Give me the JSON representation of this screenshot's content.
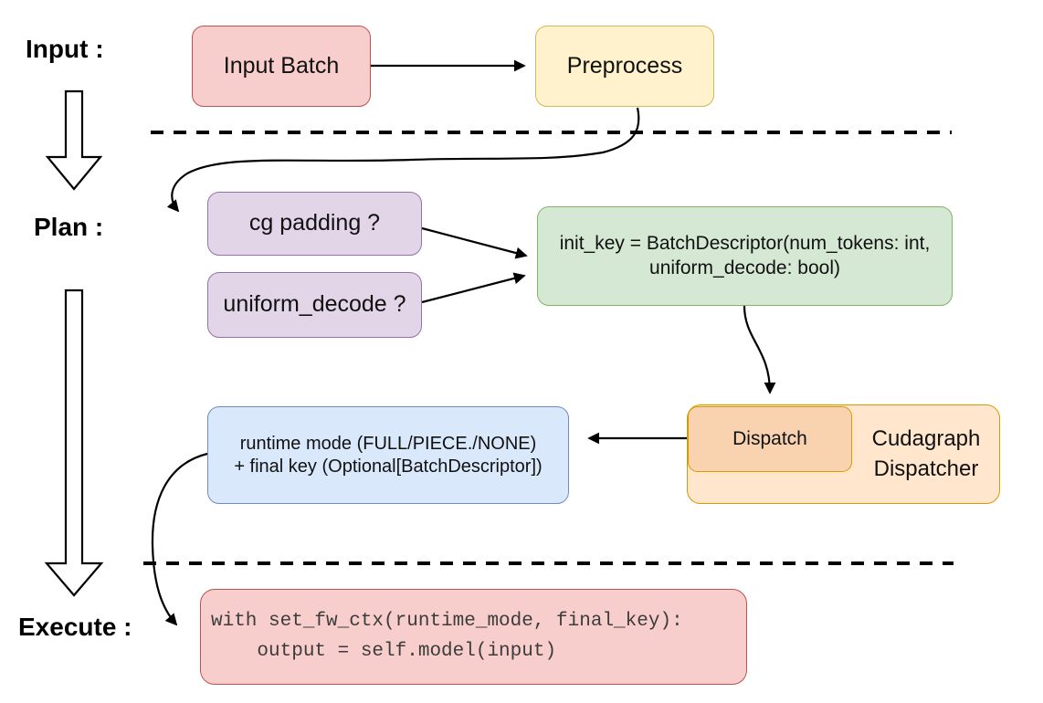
{
  "diagram": {
    "stages": {
      "input_label": "Input :",
      "plan_label": "Plan :",
      "execute_label": "Execute :"
    },
    "nodes": {
      "input_batch": {
        "label": "Input Batch"
      },
      "preprocess": {
        "label": "Preprocess"
      },
      "cg_padding": {
        "label": "cg padding ?"
      },
      "uniform_decode": {
        "label": "uniform_decode ?"
      },
      "init_key": {
        "line1": "init_key = BatchDescriptor(num_tokens: int,",
        "line2": "uniform_decode: bool)"
      },
      "runtime_mode": {
        "line1": "runtime mode (FULL/PIECE./NONE)",
        "line2": "+ final key (Optional[BatchDescriptor])"
      },
      "dispatch": {
        "label": "Dispatch"
      },
      "cudagraph_dispatcher": {
        "line1": "Cudagraph",
        "line2": "Dispatcher"
      },
      "execute_code": {
        "line1": "with set_fw_ctx(runtime_mode, final_key):",
        "line2": "    output = self.model(input)"
      }
    },
    "palette": {
      "red_fill": "#f8cecc",
      "red_border": "#b85450",
      "yellow_fill": "#fff2cc",
      "yellow_border": "#d6b656",
      "purple_fill": "#e1d5e7",
      "purple_border": "#9673a6",
      "green_fill": "#d5e8d4",
      "green_border": "#82b366",
      "blue_fill": "#dae8fc",
      "blue_border": "#6c8ebf",
      "orange_fill": "#ffe6cc",
      "orange_inner_fill": "#f9d2b0",
      "orange_border": "#d79b00",
      "line_color": "#000000"
    }
  }
}
